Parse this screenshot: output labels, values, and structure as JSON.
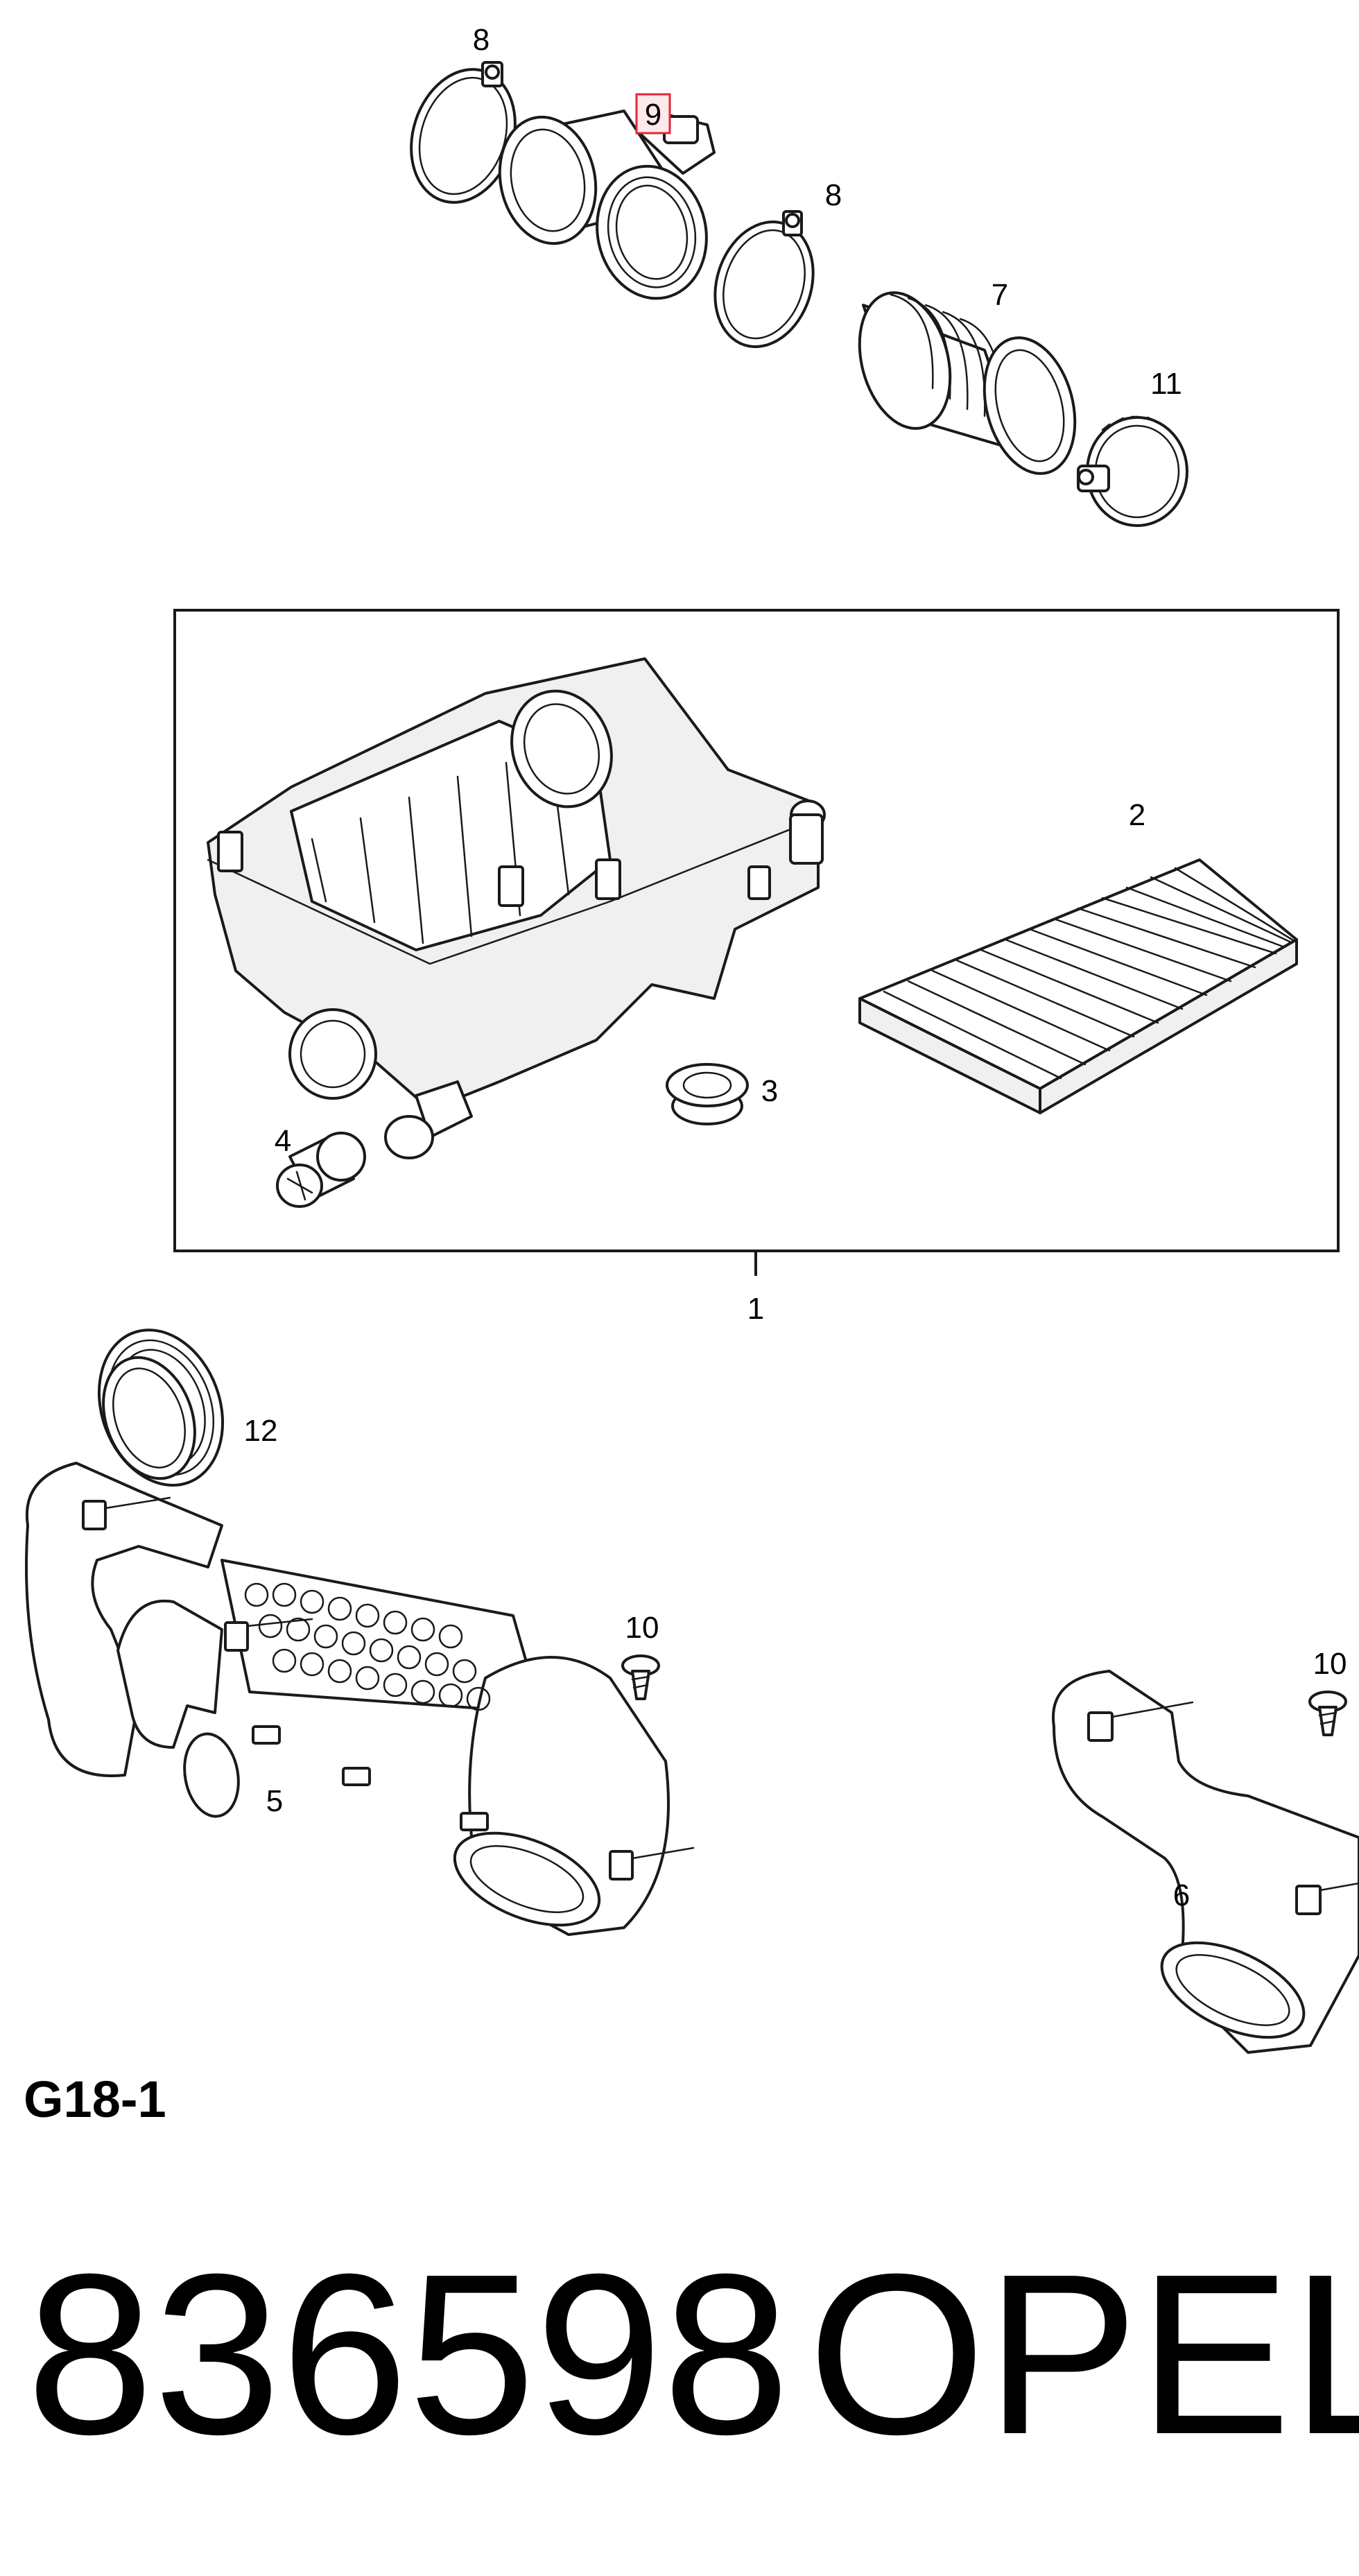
{
  "diagram": {
    "callouts": {
      "c1": "1",
      "c2": "2",
      "c3": "3",
      "c4": "4",
      "c5": "5",
      "c6": "6",
      "c7": "7",
      "c8a": "8",
      "c8b": "8",
      "c9": "9",
      "c10a": "10",
      "c10b": "10",
      "c11": "11",
      "c12": "12"
    },
    "highlight_color": "#e0263a"
  },
  "diagram_code": "G18-1",
  "part_number": "836598",
  "brand": "OPEL"
}
